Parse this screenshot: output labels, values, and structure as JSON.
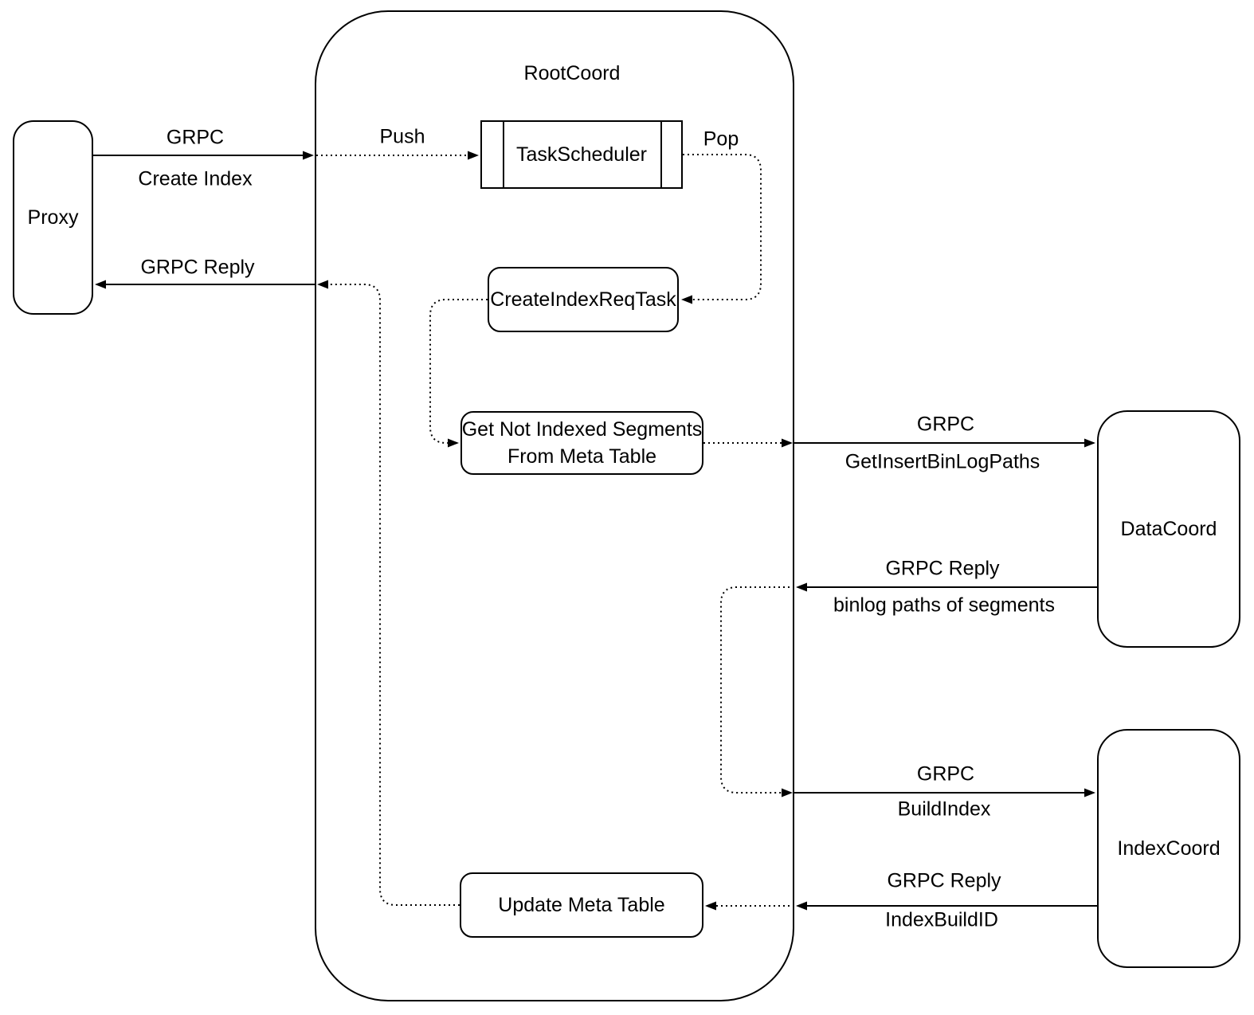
{
  "diagram": {
    "nodes": {
      "proxy": {
        "label": "Proxy"
      },
      "root_coord": {
        "label": "RootCoord"
      },
      "task_scheduler": {
        "label": "TaskScheduler"
      },
      "create_index_req_task": {
        "label": "CreateIndexReqTask"
      },
      "get_not_indexed_segments": {
        "line1": "Get Not Indexed Segments",
        "line2": "From Meta Table"
      },
      "update_meta_table": {
        "label": "Update Meta Table"
      },
      "data_coord": {
        "label": "DataCoord"
      },
      "index_coord": {
        "label": "IndexCoord"
      }
    },
    "edge_labels": {
      "create_index_request": {
        "line1": "GRPC",
        "line2": "Create Index"
      },
      "push": {
        "label": "Push"
      },
      "pop": {
        "label": "Pop"
      },
      "reply_to_proxy": {
        "label": "GRPC Reply"
      },
      "get_insert_binlog_paths": {
        "line1": "GRPC",
        "line2": "GetInsertBinLogPaths"
      },
      "reply_binlog_paths": {
        "line1": "GRPC Reply",
        "line2": "binlog paths of segments"
      },
      "build_index": {
        "line1": "GRPC",
        "line2": "BuildIndex"
      },
      "reply_index_build_id": {
        "line1": "GRPC Reply",
        "line2": "IndexBuildID"
      }
    },
    "colors": {
      "stroke": "#000000",
      "bg": "#ffffff"
    }
  }
}
